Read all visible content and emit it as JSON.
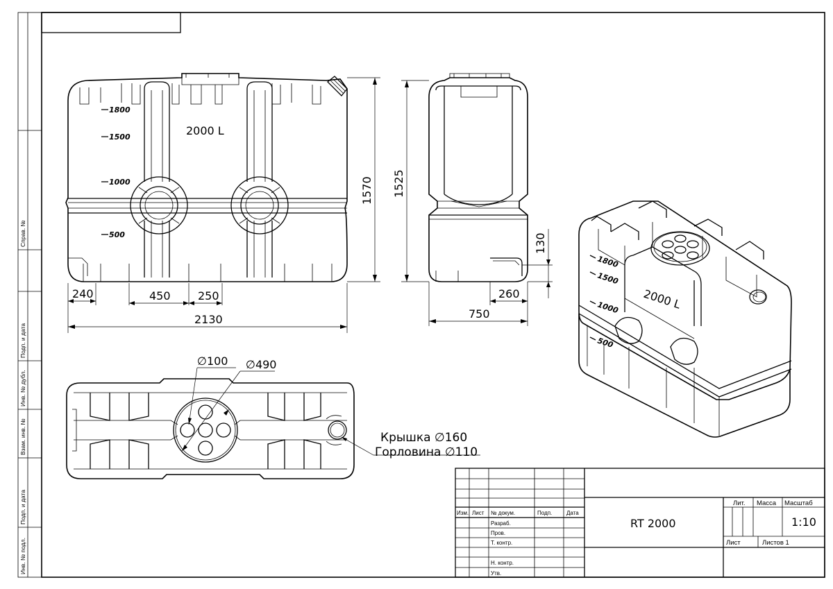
{
  "sidebar": {
    "sprav": "Справ. №",
    "podp1": "Подп. и дата",
    "inv_dubl": "Инв. № дубл.",
    "vzam": "Взам. инв. №",
    "podp2": "Подп. и дата",
    "inv_podl": "Инв. № подл."
  },
  "front_view": {
    "volume_label": "2000 L",
    "level_marks": [
      "1800",
      "1500",
      "1000",
      "500"
    ],
    "dims": {
      "left_margin": "240",
      "hatch_pitch": "450",
      "hatch_gap": "250",
      "total_length": "2130",
      "height": "1570"
    }
  },
  "side_view": {
    "dims": {
      "height": "1525",
      "outlet_height": "130",
      "outlet_offset": "260",
      "width": "750"
    }
  },
  "top_view": {
    "dims": {
      "small_hole": "∅100",
      "big_hatch": "∅490"
    },
    "callouts": {
      "lid": "Крышка ∅160",
      "neck": "Горловина ∅110"
    }
  },
  "iso_view": {
    "volume_label": "2000 L",
    "level_marks": [
      "1800",
      "1500",
      "1000",
      "500"
    ]
  },
  "title_block": {
    "headers": {
      "izm": "Изм.",
      "list": "Лист",
      "doc": "№ докум.",
      "podp": "Подп.",
      "data": "Дата"
    },
    "roles": [
      "Разраб.",
      "Пров.",
      "Т. контр.",
      "",
      "Н. контр.",
      "Утв."
    ],
    "product": "RT 2000",
    "lit": "Лит.",
    "massa": "Масса",
    "masshtab": "Масштаб",
    "scale_value": "1:10",
    "sheet": "Лист",
    "sheets_total": "Листов 1"
  }
}
